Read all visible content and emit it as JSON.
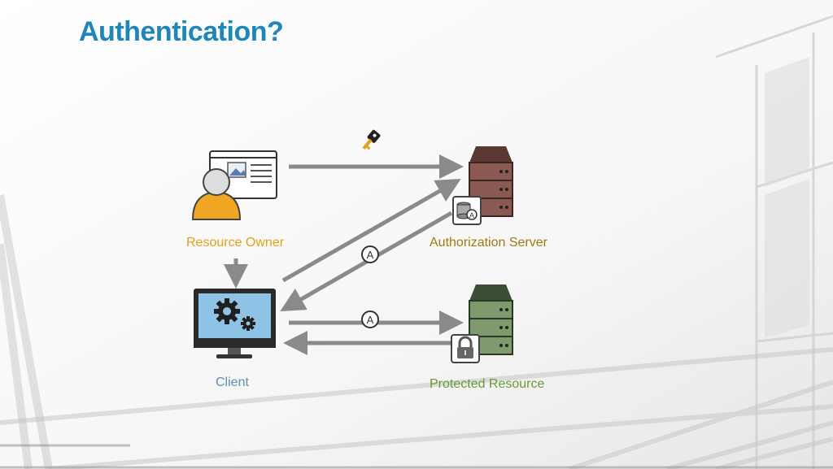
{
  "slide": {
    "title": "Authentication?"
  },
  "nodes": {
    "resource_owner": "Resource Owner",
    "authorization_server": "Authorization Server",
    "client": "Client",
    "protected_resource": "Protected Resource"
  },
  "badges": {
    "token_glyph": "A"
  },
  "colors": {
    "title": "#1f86b8",
    "resource_owner": "#e0a21c",
    "authorization_server": "#9c7b12",
    "client": "#5f8fb3",
    "protected_resource": "#6a9a38",
    "arrow": "#8a8a8a",
    "auth_server_body": "#8a5a52",
    "protected_server_body": "#7f9a6c"
  },
  "icons": [
    "browser-icon",
    "user-icon",
    "key-icon",
    "server-icon",
    "monitor-icon",
    "gears-icon",
    "lock-icon",
    "database-icon",
    "token-icon"
  ]
}
